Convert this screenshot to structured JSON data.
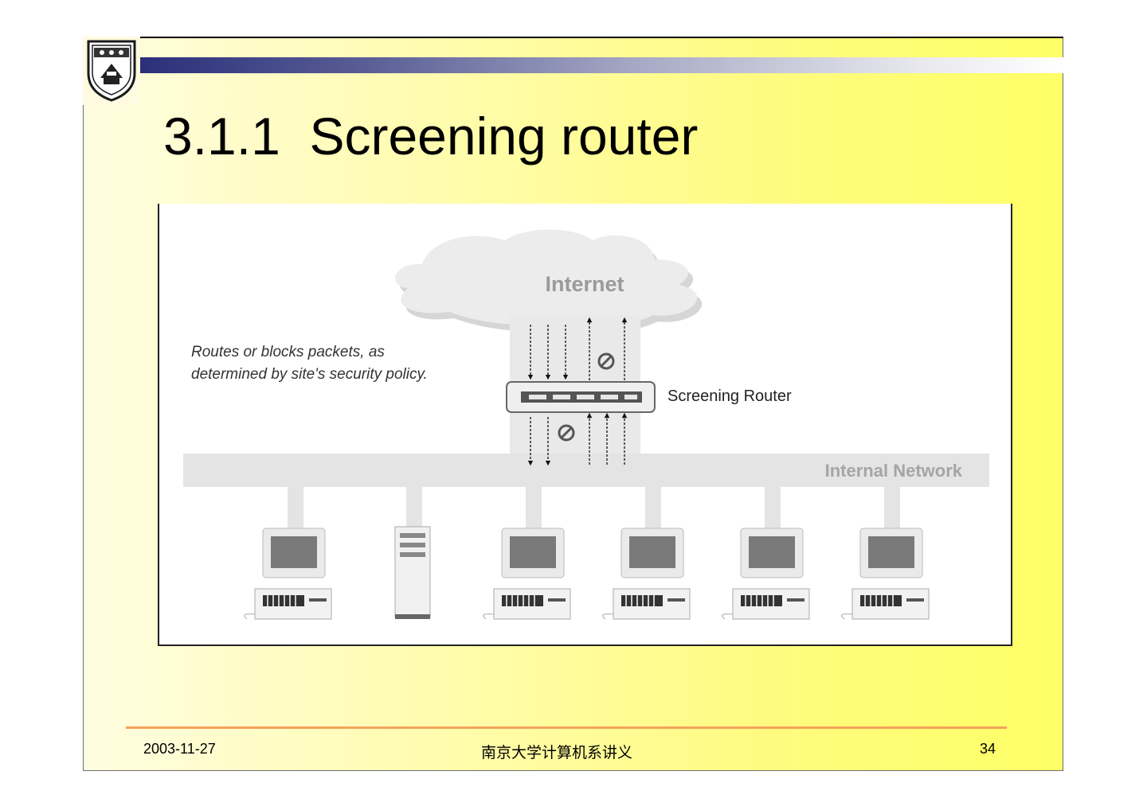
{
  "slide": {
    "title": "3.1.1  Screening router",
    "footer": {
      "date": "2003-11-27",
      "center_text": "南京大学计算机系讲义",
      "page_number": "34"
    },
    "logo": {
      "icon": "university-seal-icon"
    }
  },
  "diagram": {
    "cloud_label": "Internet",
    "annotation_line1": "Routes or blocks packets, as",
    "annotation_line2": "determined by site's security policy.",
    "router_label": "Screening Router",
    "network_label": "Internal Network",
    "hosts": [
      "workstation",
      "server",
      "workstation",
      "workstation",
      "workstation",
      "workstation"
    ],
    "colors": {
      "cloud": "#e6e6e6",
      "network_bus": "#e3e3e3",
      "label_gray": "#9a9a9a",
      "header_bar_start": "#2a2f7a",
      "footer_line": "#f4a35a"
    }
  }
}
